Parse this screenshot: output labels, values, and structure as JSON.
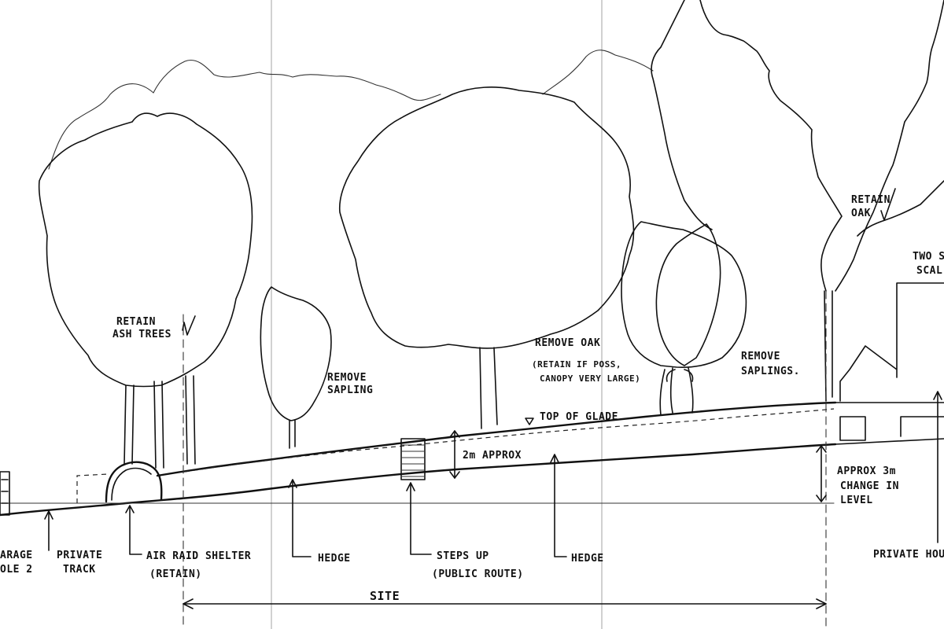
{
  "labels": {
    "retain_ash_1": "RETAIN",
    "retain_ash_2": "ASH TREES",
    "remove_sapling_1": "REMOVE",
    "remove_sapling_2": "SAPLING",
    "remove_oak": "REMOVE OAK",
    "remove_oak_note_1": "(RETAIN IF POSS,",
    "remove_oak_note_2": "CANOPY VERY LARGE)",
    "remove_saplings_1": "REMOVE",
    "remove_saplings_2": "SAPLINGS.",
    "retain_oak_1": "RETAIN",
    "retain_oak_2": "OAK",
    "two_storey_1": "TWO S",
    "two_storey_2": "SCAL",
    "top_of_glade": "TOP OF GLADE",
    "two_m_approx": "2m APPROX",
    "approx_3m_1": "APPROX 3m",
    "approx_3m_2": "CHANGE IN",
    "approx_3m_3": "LEVEL",
    "garage_1": "ARAGE",
    "garage_2": "OLE 2",
    "private_track_1": "PRIVATE",
    "private_track_2": "TRACK",
    "air_raid_1": "AIR RAID SHELTER",
    "air_raid_2": "(RETAIN)",
    "hedge_left": "HEDGE",
    "steps_up_1": "STEPS UP",
    "steps_up_2": "(PUBLIC ROUTE)",
    "hedge_right": "HEDGE",
    "private_house": "PRIVATE HOU",
    "site": "SITE"
  }
}
